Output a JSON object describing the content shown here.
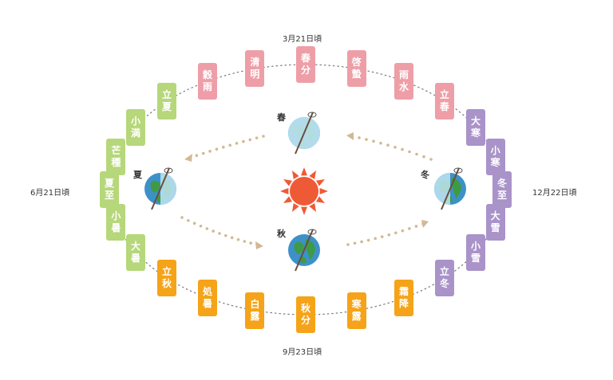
{
  "colors": {
    "spring": "#ee9ea7",
    "summer": "#b6d77a",
    "autumn": "#f5a318",
    "winter": "#a993c9",
    "sun": "#ef5a36",
    "orbit_dots": "#7a7a7a",
    "arrows": "#d2b895",
    "earth_ocean": "#3d91c9",
    "earth_land": "#3f9a45",
    "earth_light": "#bfe4ef"
  },
  "dates": {
    "top": "3月21日頃",
    "bottom": "9月23日頃",
    "left": "6月21日頃",
    "right": "12月22日頃"
  },
  "seasons": {
    "spring": "春",
    "summer": "夏",
    "autumn": "秋",
    "winter": "冬"
  },
  "solar_terms": [
    {
      "label": "春\n分",
      "season": "spring"
    },
    {
      "label": "啓\n蟄",
      "season": "spring"
    },
    {
      "label": "雨\n水",
      "season": "spring"
    },
    {
      "label": "立\n春",
      "season": "spring"
    },
    {
      "label": "大\n寒",
      "season": "winter"
    },
    {
      "label": "小\n寒",
      "season": "winter"
    },
    {
      "label": "冬\n至",
      "season": "winter"
    },
    {
      "label": "大\n雪",
      "season": "winter"
    },
    {
      "label": "小\n雪",
      "season": "winter"
    },
    {
      "label": "立\n冬",
      "season": "winter"
    },
    {
      "label": "霜\n降",
      "season": "autumn"
    },
    {
      "label": "寒\n露",
      "season": "autumn"
    },
    {
      "label": "秋\n分",
      "season": "autumn"
    },
    {
      "label": "白\n露",
      "season": "autumn"
    },
    {
      "label": "処\n暑",
      "season": "autumn"
    },
    {
      "label": "立\n秋",
      "season": "autumn"
    },
    {
      "label": "大\n暑",
      "season": "summer"
    },
    {
      "label": "小\n暑",
      "season": "summer"
    },
    {
      "label": "夏\n至",
      "season": "summer"
    },
    {
      "label": "芒\n種",
      "season": "summer"
    },
    {
      "label": "小\n満",
      "season": "summer"
    },
    {
      "label": "立\n夏",
      "season": "summer"
    },
    {
      "label": "穀\n雨",
      "season": "spring"
    },
    {
      "label": "清\n明",
      "season": "spring"
    }
  ]
}
